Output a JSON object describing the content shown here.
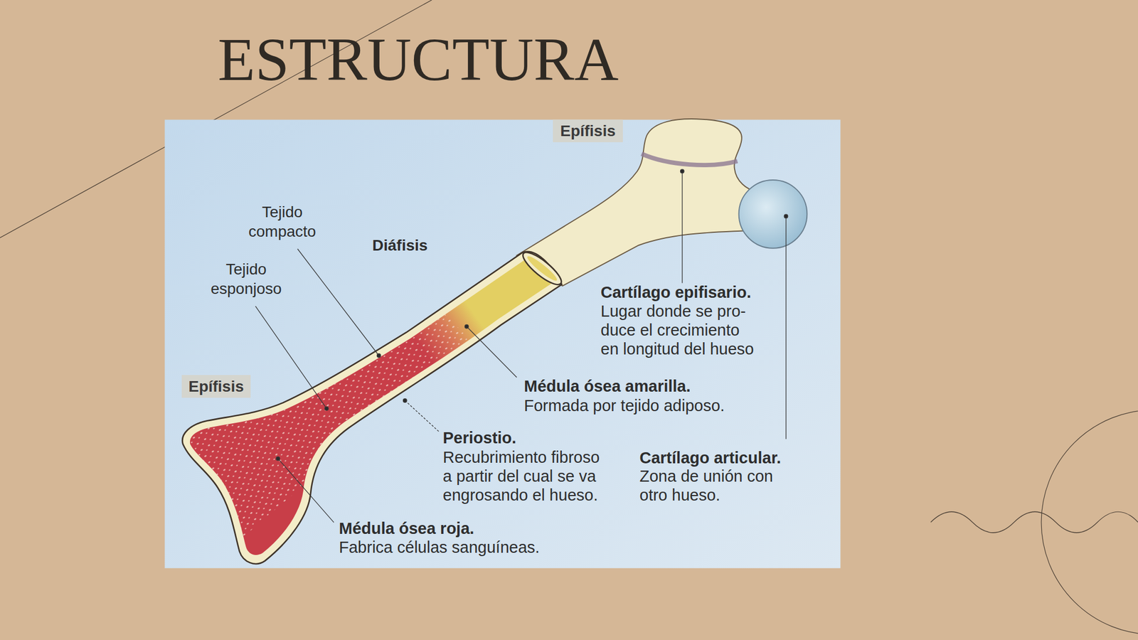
{
  "diagram": {
    "title": "ESTRUCTURA",
    "labels": [
      "Epífisis",
      "Tejido compacto",
      "Diáfisis",
      "Tejido esponjoso",
      "Cartílago epifisario.",
      "Lugar donde se pro- duce el crecimiento en longitud del hueso",
      "Epífisis",
      "Médula ósea amarilla.",
      "Formada por tejido adiposo.",
      "Periostio.",
      "Recubrimiento fibroso a partir del cual se va engrosando el hueso.",
      "Cartílago articular.",
      "Zona de unión con otro hueso.",
      "Médula ósea roja.",
      "Fabrica células sanguíneas."
    ]
  }
}
